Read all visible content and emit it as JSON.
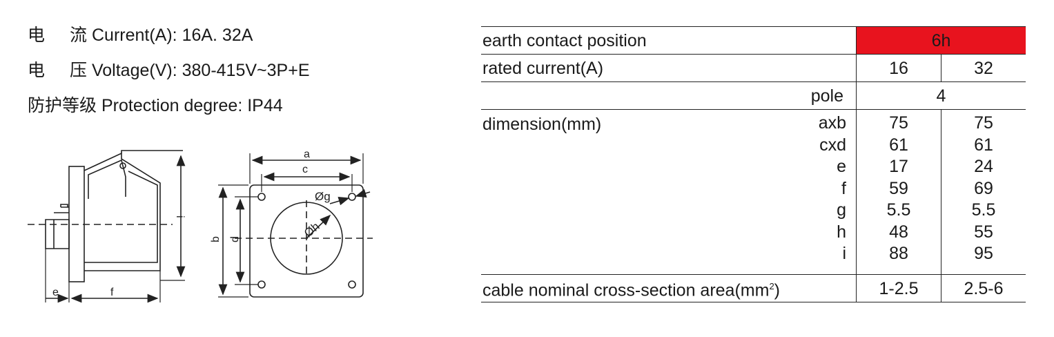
{
  "specs": [
    {
      "cn_a": "电",
      "cn_b": "流",
      "en": "Current(A): 16A. 32A"
    },
    {
      "cn_a": "电",
      "cn_b": "压",
      "en": "Voltage(V): 380-415V~3P+E"
    },
    {
      "cn_a": "防护等级",
      "cn_b": "",
      "en": "Protection degree: IP44"
    }
  ],
  "drawing": {
    "labels": {
      "a": "a",
      "b": "b",
      "c": "c",
      "d": "d",
      "e": "e",
      "f": "f",
      "i": "i",
      "g": "Øg",
      "h": "Øh"
    }
  },
  "table": {
    "earth_label": "earth contact position",
    "earth_value": "6h",
    "rated_label": "rated current(A)",
    "rated_values": [
      "16",
      "32"
    ],
    "pole_label": "pole",
    "pole_value": "4",
    "dimension_label": "dimension(mm)",
    "dimension_keys": [
      "axb",
      "cxd",
      "e",
      "f",
      "g",
      "h",
      "i"
    ],
    "dimension_16": [
      "75",
      "61",
      "17",
      "59",
      "5.5",
      "48",
      "88"
    ],
    "dimension_32": [
      "75",
      "61",
      "24",
      "69",
      "5.5",
      "55",
      "95"
    ],
    "cable_label": "cable nominal cross-section area(mm",
    "cable_sup": "2",
    "cable_close": ")",
    "cable_values": [
      "1-2.5",
      "2.5-6"
    ]
  },
  "colors": {
    "highlight": "#e8131e",
    "line": "#222222"
  }
}
